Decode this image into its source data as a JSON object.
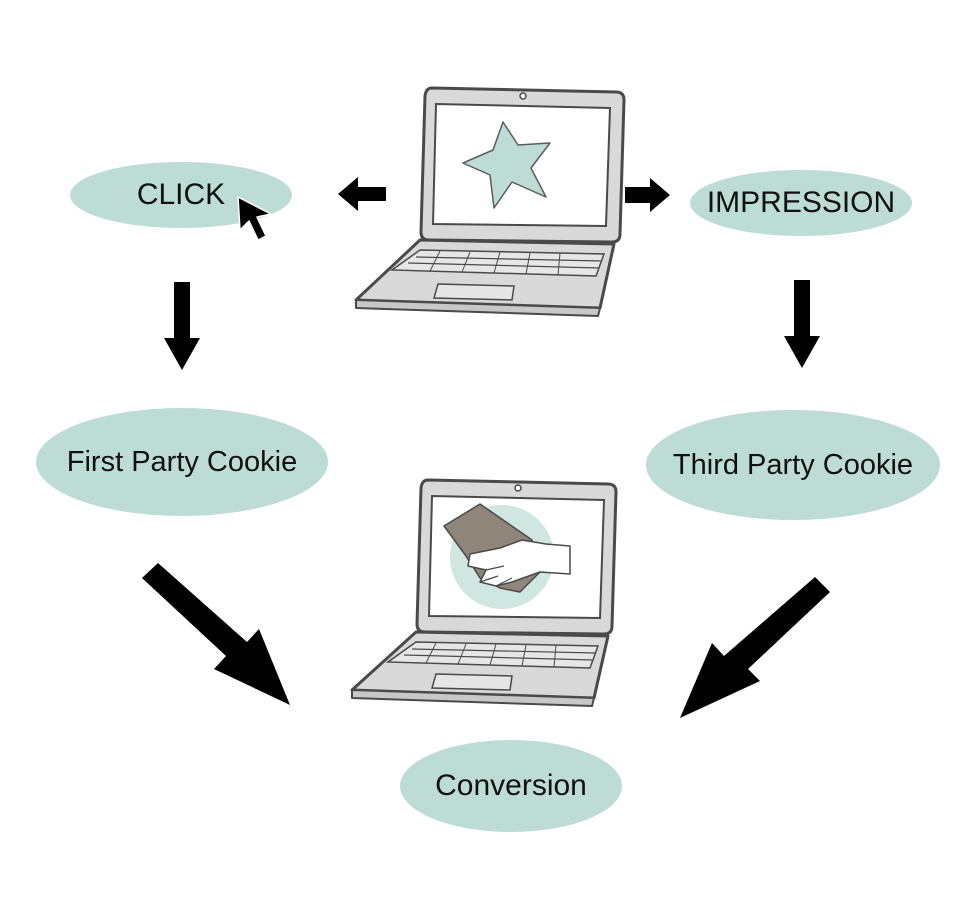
{
  "colors": {
    "bubble": "#bcdcd5",
    "laptop_body": "#d9d9d9",
    "laptop_outline": "#4a4a4a",
    "arrow": "#000000"
  },
  "nodes": {
    "click": {
      "label": "CLICK"
    },
    "impression": {
      "label": "IMPRESSION"
    },
    "first_party": {
      "label": "First Party Cookie"
    },
    "third_party": {
      "label": "Third Party Cookie"
    },
    "conversion": {
      "label": "Conversion"
    }
  },
  "illustrations": {
    "top_laptop": {
      "icon": "laptop-star-icon"
    },
    "bottom_laptop": {
      "icon": "laptop-handshake-icon"
    },
    "cursor": {
      "icon": "mouse-cursor-icon"
    }
  }
}
